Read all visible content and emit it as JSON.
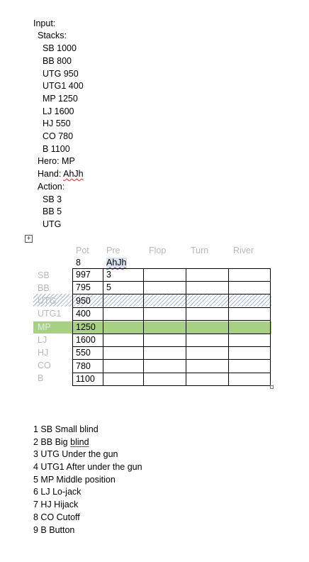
{
  "input": {
    "title": "Input:",
    "stacks_label": "Stacks:",
    "stacks": [
      "SB 1000",
      "BB 800",
      "UTG 950",
      "UTG1 400",
      "MP 1250",
      "LJ 1600",
      "HJ 550",
      "CO 780",
      "B 1100"
    ],
    "hero": "Hero: MP",
    "hand_prefix": "Hand: ",
    "hand_value": "AhJh",
    "action_label": "Action:",
    "actions": [
      "SB 3",
      "BB 5",
      "UTG"
    ]
  },
  "table": {
    "headers": [
      "Pot",
      "Pre",
      "Flop",
      "Turn",
      "River"
    ],
    "pot_value": "8",
    "pre_hand": "AhJh",
    "positions": [
      "SB",
      "BB",
      "UTG",
      "UTG1",
      "MP",
      "LJ",
      "HJ",
      "CO",
      "B"
    ],
    "stacks": [
      "997",
      "795",
      "950",
      "400",
      "1250",
      "1600",
      "550",
      "780",
      "1100"
    ],
    "pre_actions": [
      "3",
      "5"
    ],
    "selected_row": "UTG",
    "hero_row": "MP",
    "colors": {
      "hero_highlight": "#a8cf86",
      "faded_text": "#b8b8b8",
      "selection_hatch": "#a9b6d4"
    }
  },
  "legend": [
    {
      "text": "1 SB Small blind"
    },
    {
      "prefix": "2 BB Big ",
      "underlined": "blind"
    },
    {
      "text": "3 UTG Under the gun"
    },
    {
      "text": "4 UTG1 After under the gun"
    },
    {
      "text": "5 MP Middle position"
    },
    {
      "text": "6 LJ Lo-jack"
    },
    {
      "text": "7 HJ Hijack"
    },
    {
      "text": "8 CO Cutoff"
    },
    {
      "text": "9 B Button"
    }
  ]
}
